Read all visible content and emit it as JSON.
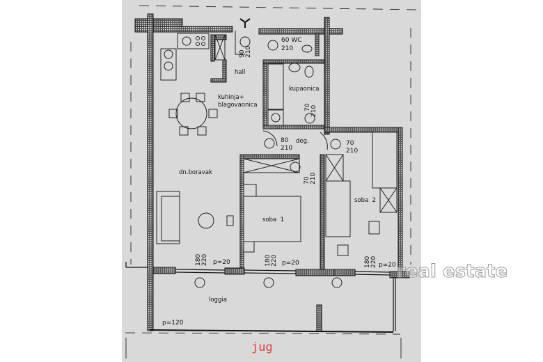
{
  "plan": {
    "rooms": {
      "hall": "hall",
      "kitchen_line1": "kuhinja+",
      "kitchen_line2": "blagovaonica",
      "bathroom": "kupaonica",
      "corridor": "deg.",
      "living": "dn.boravak",
      "room1": "soba  1",
      "room2": "soba  2",
      "loggia": "loggia"
    },
    "doors": {
      "entrance": [
        "90",
        "210"
      ],
      "wc": [
        "60 WC",
        "210"
      ],
      "bathroom": [
        "70",
        "210"
      ],
      "living": [
        "80",
        "210"
      ],
      "room2": [
        "70",
        "210"
      ],
      "room1": [
        "70",
        "210"
      ]
    },
    "windows": [
      {
        "w": "180",
        "h": "220",
        "p": "p=20"
      },
      {
        "w": "180",
        "h": "220",
        "p": "p=20"
      },
      {
        "w": "180",
        "h": "220",
        "p": "p=20"
      }
    ],
    "loggia_parapet": "p=120",
    "orientation": "jug",
    "orientation_color": "#e83a3a",
    "watermark": "real estate"
  }
}
